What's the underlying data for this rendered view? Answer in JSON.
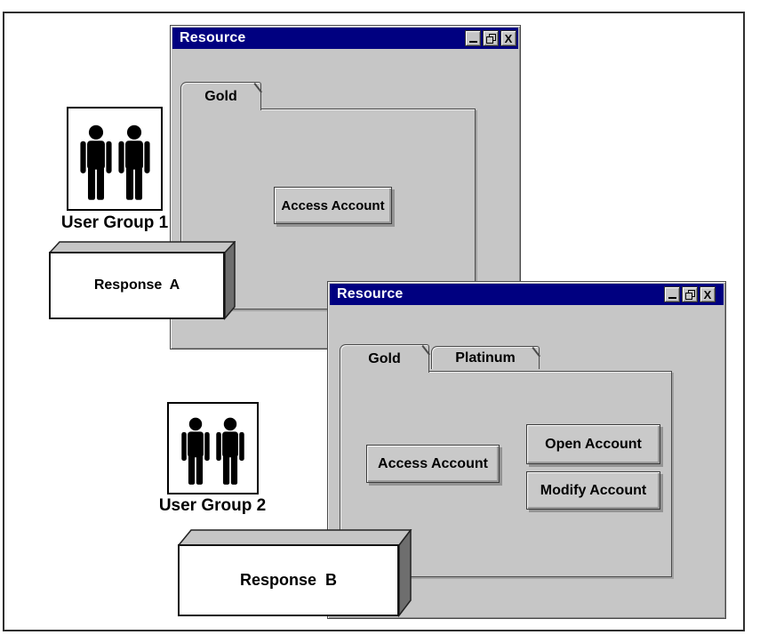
{
  "window1": {
    "title": "Resource",
    "tabs": [
      {
        "label": "Gold",
        "active": true
      }
    ],
    "buttons": [
      {
        "label": "Access Account"
      }
    ]
  },
  "window2": {
    "title": "Resource",
    "tabs": [
      {
        "label": "Gold",
        "active": true
      },
      {
        "label": "Platinum",
        "active": false
      }
    ],
    "buttons": [
      {
        "label": "Access Account"
      },
      {
        "label": "Open Account"
      },
      {
        "label": "Modify Account"
      }
    ]
  },
  "user_groups": [
    {
      "label": "User Group 1"
    },
    {
      "label": "User Group 2"
    }
  ],
  "responses": [
    {
      "label": "Response  A"
    },
    {
      "label": "Response  B"
    }
  ],
  "window_controls": {
    "minimize": "minimize-bar",
    "restore": "restore-squares",
    "close": "X"
  },
  "colors": {
    "titlebar": "#000080",
    "titlebar_text": "#ffffff",
    "window_grey": "#c6c6c6",
    "slab_side": "#6e6e6e",
    "slab_top": "#c6c6c6",
    "slab_front": "#ffffff"
  }
}
